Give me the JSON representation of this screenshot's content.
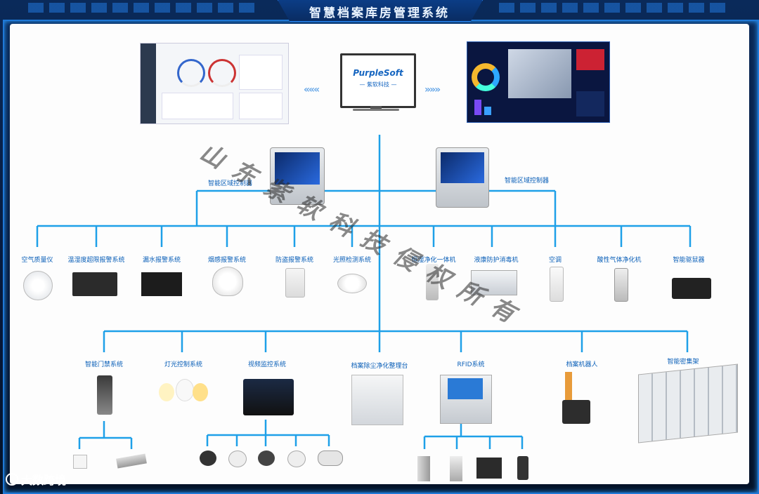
{
  "title": "智慧档案库房管理系统",
  "center_logo": {
    "brand": "PurpleSoft",
    "sub": "— 紫软科技 —"
  },
  "controllers": [
    {
      "label": "智能区域控制器"
    },
    {
      "label": "智能区域控制器"
    }
  ],
  "row1_devices": [
    {
      "label": "空气质量仪",
      "icon": "air-quality-meter-icon"
    },
    {
      "label": "温湿度超限报警系统",
      "icon": "temp-humidity-alarm-icon"
    },
    {
      "label": "漏水报警系统",
      "icon": "water-leak-alarm-icon"
    },
    {
      "label": "烟感报警系统",
      "icon": "smoke-detector-icon"
    },
    {
      "label": "防盗报警系统",
      "icon": "anti-theft-sensor-icon"
    },
    {
      "label": "光照检测系统",
      "icon": "light-sensor-icon"
    },
    {
      "label": "恒湿净化一体机",
      "icon": "humidity-purifier-icon"
    },
    {
      "label": "液康防护消毒机",
      "icon": "disinfection-machine-icon"
    },
    {
      "label": "空调",
      "icon": "air-conditioner-icon"
    },
    {
      "label": "酸性气体净化机",
      "icon": "acid-gas-purifier-icon"
    },
    {
      "label": "智能驱鼠器",
      "icon": "rodent-repeller-icon"
    }
  ],
  "row2_devices": [
    {
      "label": "智能门禁系统",
      "icon": "access-control-icon"
    },
    {
      "label": "灯光控制系统",
      "icon": "light-bulbs-icon"
    },
    {
      "label": "视频监控系统",
      "icon": "nvr-monitor-icon"
    },
    {
      "label": "档案除尘净化整理台",
      "icon": "dust-cleaning-table-icon"
    },
    {
      "label": "RFID系统",
      "icon": "rfid-terminal-icon"
    },
    {
      "label": "档案机器人",
      "icon": "archive-robot-icon"
    },
    {
      "label": "智能密集架",
      "icon": "compact-shelving-icon"
    }
  ],
  "watermark": "山东紫软科技侵权所有",
  "footer_brand": "大数跨境"
}
